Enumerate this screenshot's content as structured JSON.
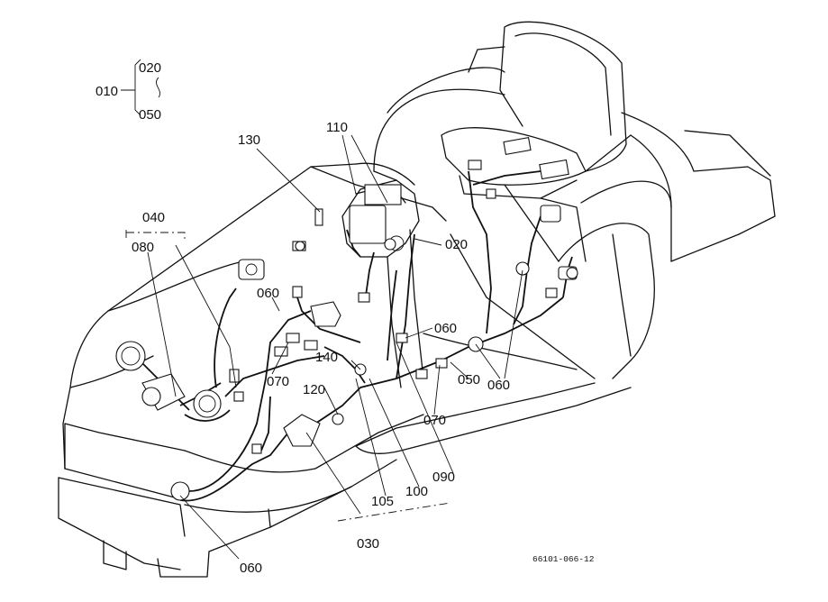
{
  "labels": {
    "l010": "010",
    "l020a": "020",
    "l050a": "050",
    "l110": "110",
    "l130": "130",
    "l040": "040",
    "l080": "080",
    "l020b": "020",
    "l060a": "060",
    "l060b": "060",
    "l060c": "060",
    "l070a": "070",
    "l070b": "070",
    "l140": "140",
    "l120": "120",
    "l050b": "050",
    "l090": "090",
    "l100": "100",
    "l105": "105",
    "l030": "030",
    "l060d": "060"
  },
  "figure_code": "66101-066-12"
}
